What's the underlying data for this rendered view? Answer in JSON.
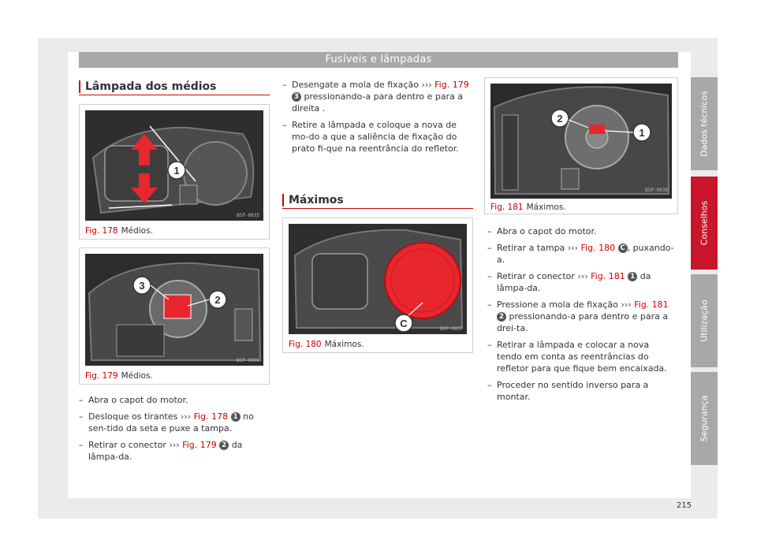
{
  "header": {
    "title": "Fusíveis e lâmpadas"
  },
  "section_dipped": {
    "title": "Lâmpada dos médios"
  },
  "section_main": {
    "title": "Máximos"
  },
  "figures": {
    "fig178": {
      "label": "Fig. 178",
      "caption": "Médios.",
      "code": "B5P-0935",
      "callouts": [
        "1"
      ]
    },
    "fig179": {
      "label": "Fig. 179",
      "caption": "Médios.",
      "code": "B5P-0936",
      "callouts": [
        "3",
        "2"
      ]
    },
    "fig180": {
      "label": "Fig. 180",
      "caption": "Máximos.",
      "code": "B5P-0937",
      "callouts": [
        "C"
      ]
    },
    "fig181": {
      "label": "Fig. 181",
      "caption": "Máximos.",
      "code": "B5P-0938",
      "callouts": [
        "2",
        "1"
      ]
    }
  },
  "col1_steps": [
    {
      "text": "Abra o capot do motor."
    },
    {
      "pre": "Desloque os tirantes",
      "arrow": "›››",
      "ref": "Fig. 178",
      "num": "1",
      "post": "no sen-tido da seta e puxe a tampa."
    },
    {
      "pre": "Retirar o conector",
      "arrow": "›››",
      "ref": "Fig. 179",
      "num": "2",
      "post": "da lâmpa-da."
    }
  ],
  "col2_steps": [
    {
      "pre": "Desengate a mola de fixação",
      "arrow": "›››",
      "ref": "Fig. 179",
      "num": "3",
      "post": "pressionando-a para dentro e para a direita ."
    },
    {
      "text": "Retire a lâmpada e coloque a nova de mo-do a que a saliência de fixação do prato fi-que na reentrância do refletor."
    }
  ],
  "col3_steps": [
    {
      "text": "Abra o capot do motor."
    },
    {
      "pre": "Retirar a tampa",
      "arrow": "›››",
      "ref": "Fig. 180",
      "num": "C",
      "post": ", puxando-a."
    },
    {
      "pre": "Retirar o conector",
      "arrow": "›››",
      "ref": "Fig. 181",
      "num": "1",
      "post": "da lâmpa-da."
    },
    {
      "pre": "Pressione a mola de fixação",
      "arrow": "›››",
      "ref": "Fig. 181",
      "num": "2",
      "post": "pressionando-a para dentro e para a drei-ta."
    },
    {
      "text": "Retirar a lâmpada e colocar a nova tendo em conta as reentrâncias do refletor para que fique bem encaixada."
    },
    {
      "text": "Proceder no sentido inverso para a montar."
    }
  ],
  "dash": "–",
  "side_tabs": [
    {
      "label": "Dados técnicos",
      "active": false
    },
    {
      "label": "Conselhos",
      "active": true
    },
    {
      "label": "Utilização",
      "active": false
    },
    {
      "label": "Segurança",
      "active": false
    }
  ],
  "page_number": "215",
  "colors": {
    "accent": "#c9162b",
    "ref": "#cc0000",
    "tab_gray": "#a8a8a8",
    "highlight_red": "#e8262e"
  }
}
